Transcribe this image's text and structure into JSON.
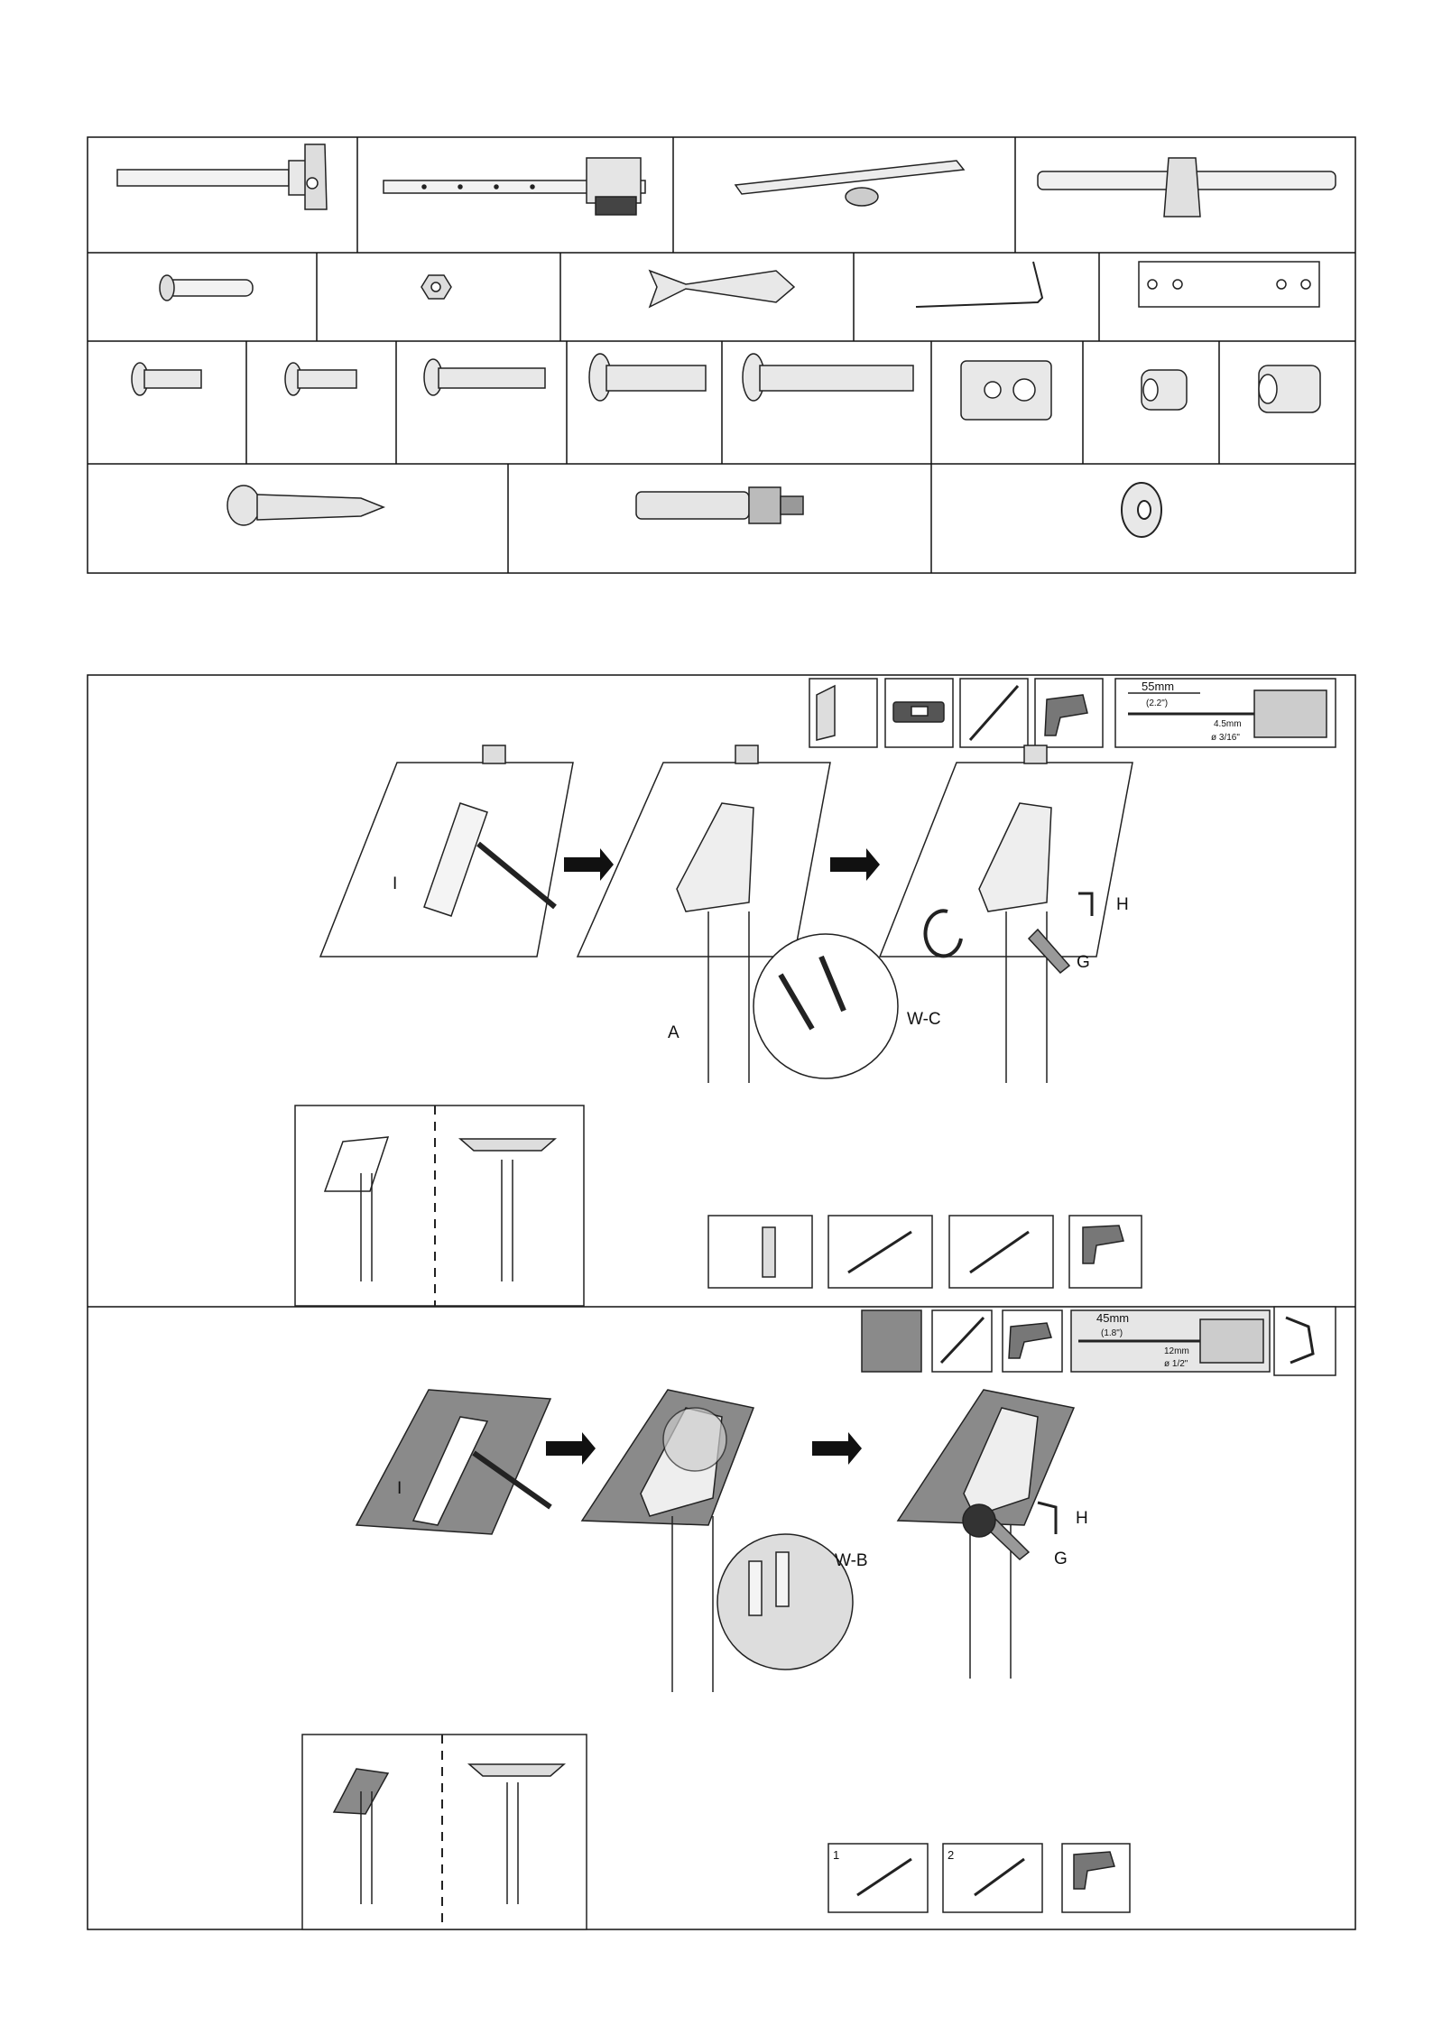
{
  "labels": {
    "i": "I",
    "a": "A",
    "h": "H",
    "g": "G",
    "wc": "W-C",
    "wb": "W-B"
  },
  "drill_wood": {
    "depth": "55mm",
    "depth_in": "(2.2\")",
    "bit": "4.5mm",
    "bit_in": "ø 3/16\""
  },
  "drill_masonry": {
    "depth": "45mm",
    "depth_in": "(1.8\")",
    "bit": "12mm",
    "bit_in": "ø 1/2\""
  },
  "step_numbers": {
    "one": "1",
    "two": "2"
  },
  "icons": [
    "stud-finder-icon",
    "level-icon",
    "pencil-icon",
    "drill-icon",
    "drill-depth-icon",
    "wrench-icon"
  ],
  "colors": {
    "line": "#111111",
    "masonry": "#8a8a8a",
    "panel_bg": "#ffffff"
  }
}
